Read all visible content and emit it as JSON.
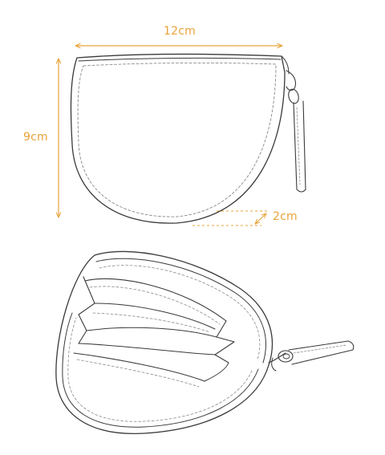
{
  "dimensions": {
    "width": "12cm",
    "height": "9cm",
    "depth": "2cm"
  },
  "colors": {
    "dimension": "#E8A33A",
    "outline": "#3a3a3a",
    "stitch": "#8a8a8a",
    "background": "#ffffff"
  }
}
